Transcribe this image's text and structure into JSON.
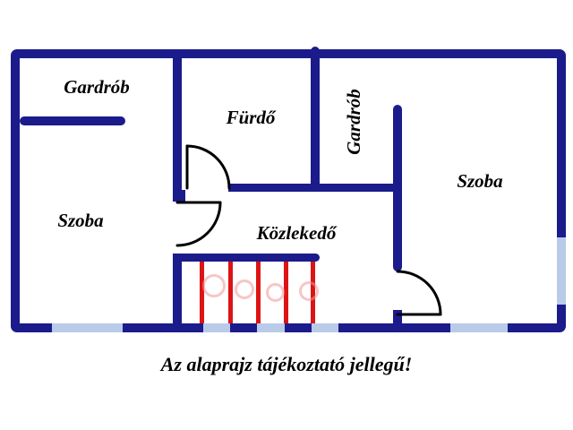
{
  "caption": "Az alaprajz tájékoztató jellegű!",
  "rooms": {
    "gardrob_top_left": {
      "label": "Gardrób"
    },
    "furdo": {
      "label": "Fürdő"
    },
    "gardrob_middle": {
      "label": "Gardrób"
    },
    "szoba_right": {
      "label": "Szoba"
    },
    "szoba_left": {
      "label": "Szoba"
    },
    "kozlekedo": {
      "label": "Közlekedő"
    }
  },
  "colors": {
    "wall": "#1b1b8c",
    "window": "#b9cbe8",
    "stairs": "#dd1414",
    "door": "#000000",
    "text": "#000000",
    "background": "#ffffff"
  }
}
